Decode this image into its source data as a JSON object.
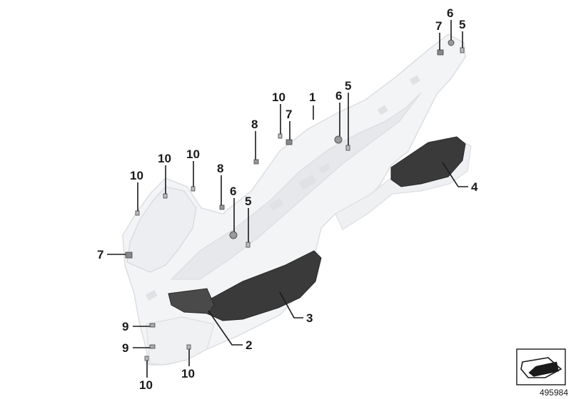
{
  "callouts": [
    {
      "id": "c1a",
      "label": "1"
    },
    {
      "id": "c2a",
      "label": "2"
    },
    {
      "id": "c3a",
      "label": "3"
    },
    {
      "id": "c4a",
      "label": "4"
    },
    {
      "id": "c5a",
      "label": "5"
    },
    {
      "id": "c5b",
      "label": "5"
    },
    {
      "id": "c5c",
      "label": "5"
    },
    {
      "id": "c6a",
      "label": "6"
    },
    {
      "id": "c6b",
      "label": "6"
    },
    {
      "id": "c6c",
      "label": "6"
    },
    {
      "id": "c7a",
      "label": "7"
    },
    {
      "id": "c7b",
      "label": "7"
    },
    {
      "id": "c7c",
      "label": "7"
    },
    {
      "id": "c8a",
      "label": "8"
    },
    {
      "id": "c8b",
      "label": "8"
    },
    {
      "id": "c9a",
      "label": "9"
    },
    {
      "id": "c9b",
      "label": "9"
    },
    {
      "id": "c10a",
      "label": "10"
    },
    {
      "id": "c10b",
      "label": "10"
    },
    {
      "id": "c10c",
      "label": "10"
    },
    {
      "id": "c10d",
      "label": "10"
    },
    {
      "id": "c10e",
      "label": "10"
    },
    {
      "id": "c10f",
      "label": "10"
    }
  ],
  "diagram_id": "495984",
  "colors": {
    "panel_fill": "#f3f4f6",
    "panel_edge": "#dcdee2",
    "panel_shade": "#e6e8eb",
    "floor_mat": "#3a3a3a",
    "text": "#1a1a1a"
  }
}
